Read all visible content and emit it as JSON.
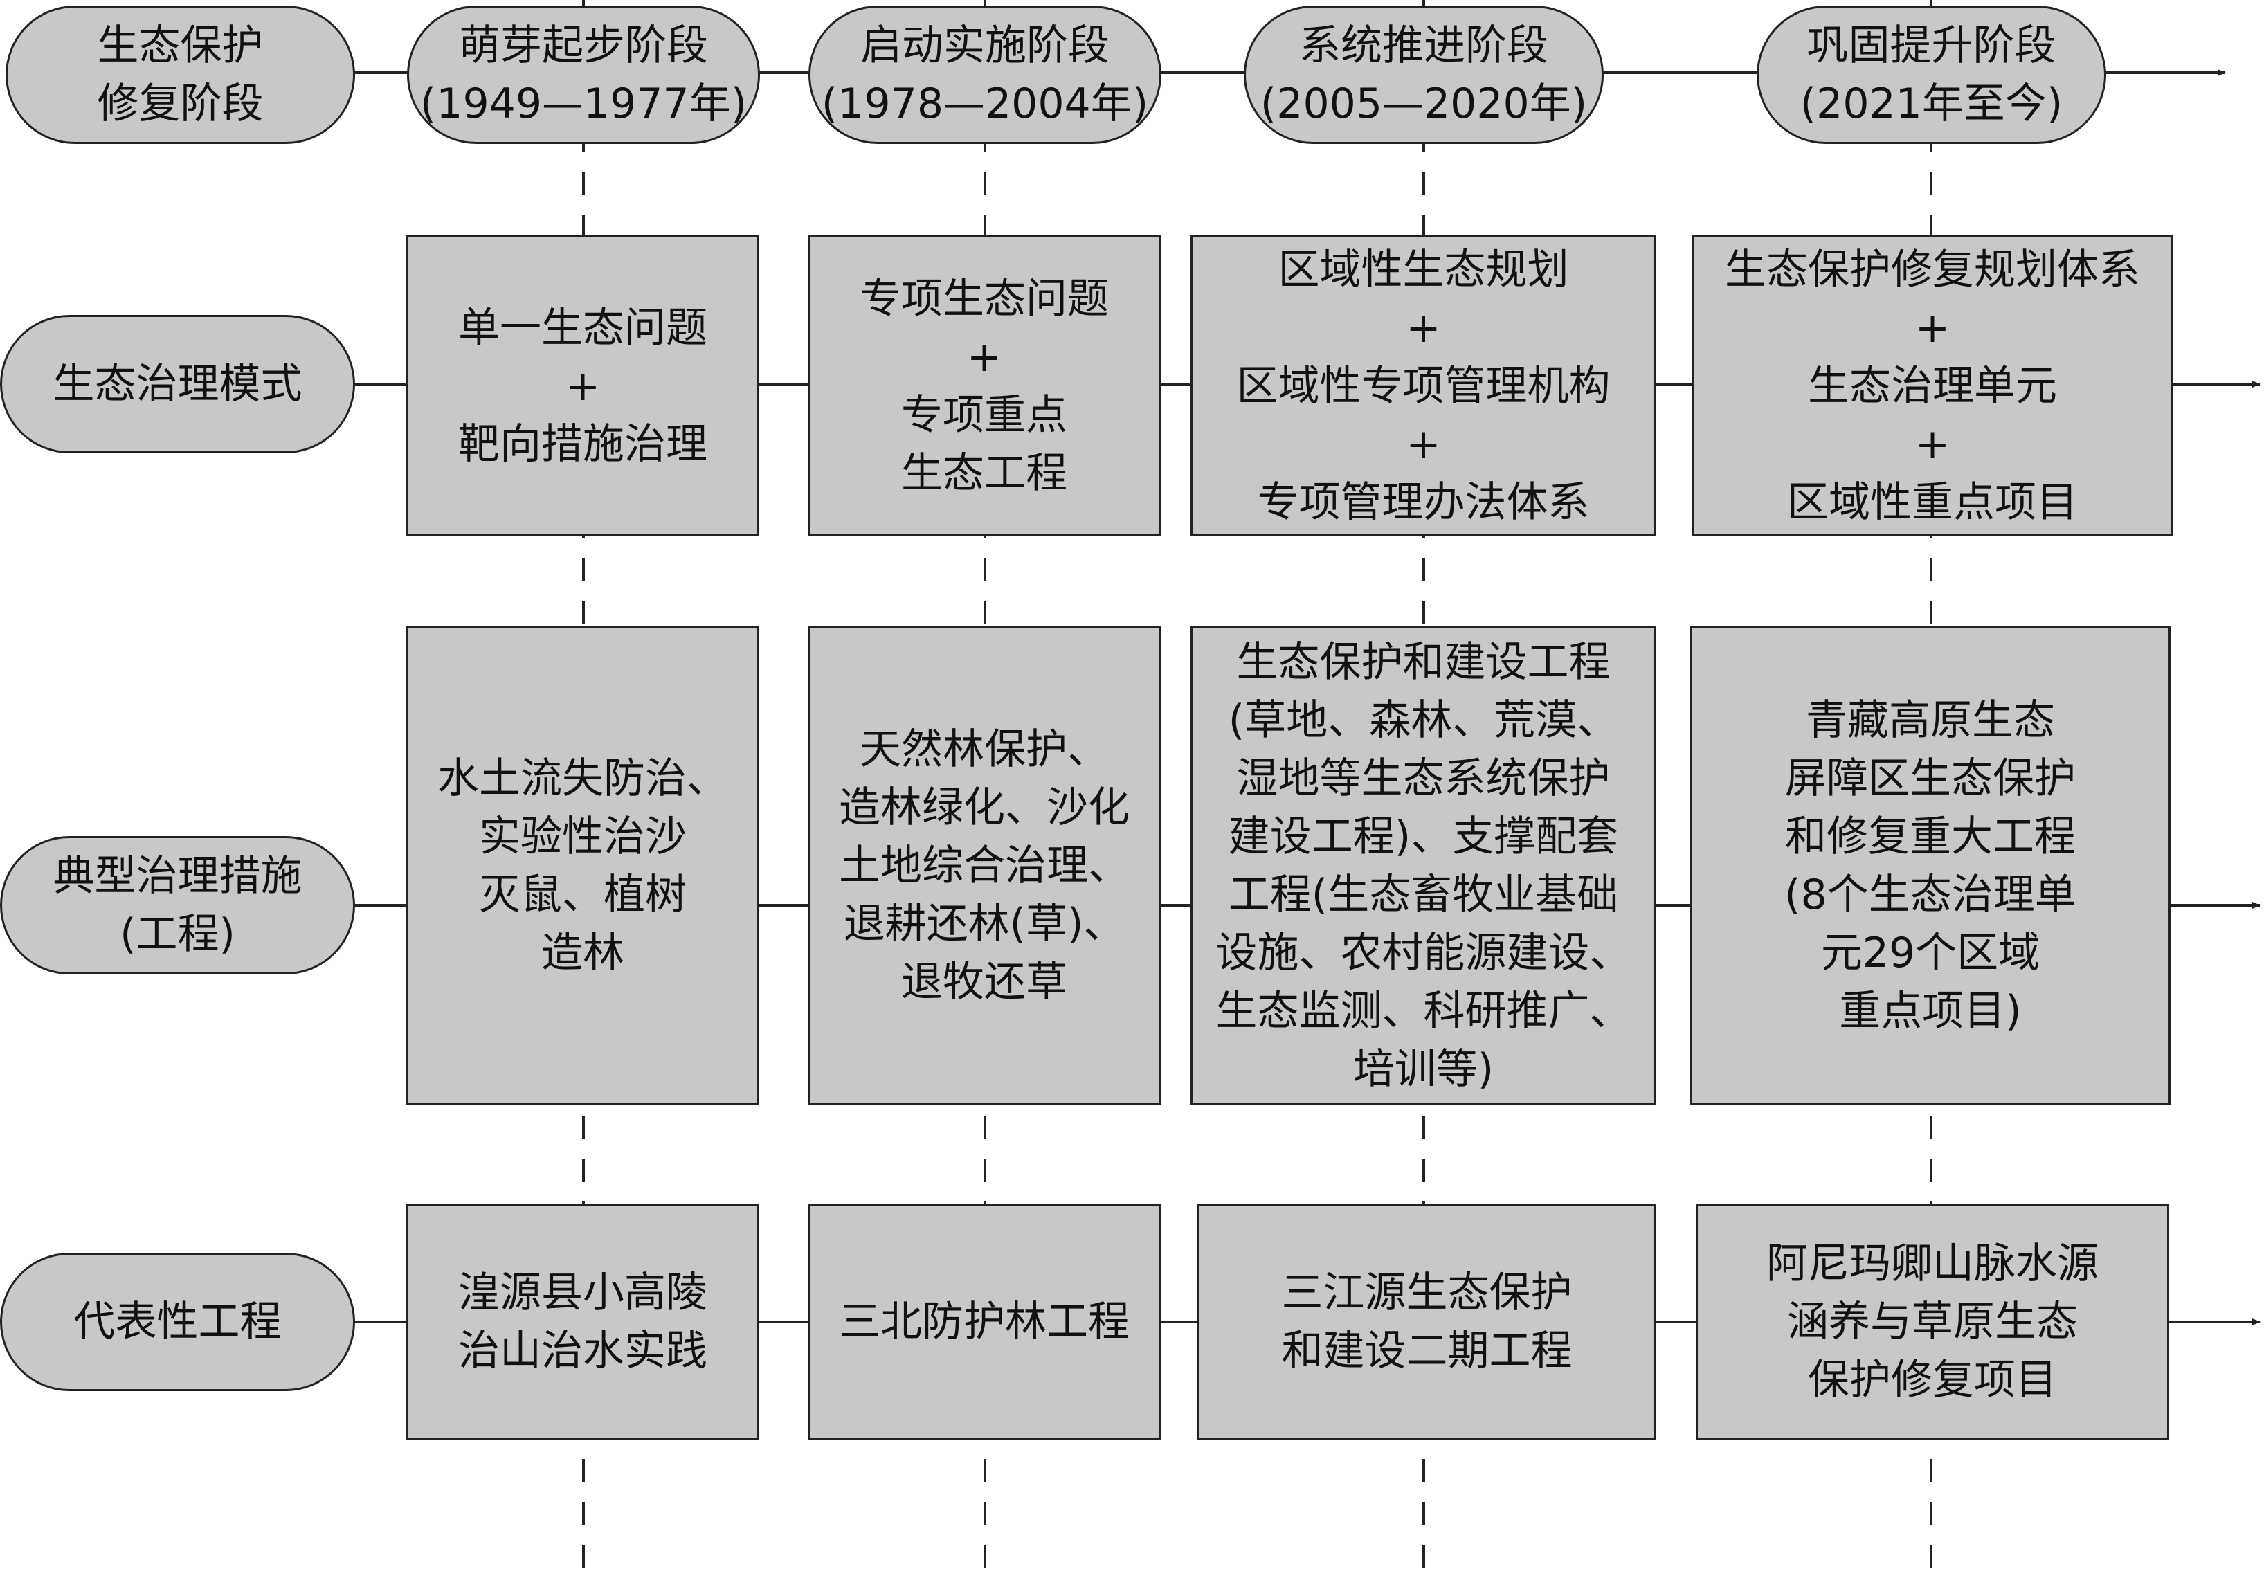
{
  "rows": [
    {
      "label": "生态保护\n修复阶段",
      "cells": [
        "萌芽起步阶段\n(1949—1977年)",
        "启动实施阶段\n(1978—2004年)",
        "系统推进阶段\n(2005—2020年)",
        "巩固提升阶段\n(2021年至今)"
      ]
    },
    {
      "label": "生态治理模式",
      "cells": [
        "单一生态问题\n+\n靶向措施治理",
        "专项生态问题\n+\n专项重点\n生态工程",
        "区域性生态规划\n+\n区域性专项管理机构\n+\n专项管理办法体系",
        "生态保护修复规划体系\n+\n生态治理单元\n+\n区域性重点项目"
      ]
    },
    {
      "label": "典型治理措施\n(工程)",
      "cells": [
        "水土流失防治、\n实验性治沙\n灭鼠、植树\n造林",
        "天然林保护、\n造林绿化、沙化\n土地综合治理、\n退耕还林(草)、\n退牧还草",
        "生态保护和建设工程\n(草地、森林、荒漠、\n湿地等生态系统保护\n建设工程)、支撑配套\n工程(生态畜牧业基础\n设施、农村能源建设、\n生态监测、科研推广、\n培训等)",
        "青藏高原生态\n屏障区生态保护\n和修复重大工程\n(8个生态治理单\n元29个区域\n重点项目)"
      ]
    },
    {
      "label": "代表性工程",
      "cells": [
        "湟源县小高陵\n治山治水实践",
        "三北防护林工程",
        "三江源生态保护\n和建设二期工程",
        "阿尼玛卿山脉水源\n涵养与草原生态\n保护修复项目"
      ]
    }
  ]
}
